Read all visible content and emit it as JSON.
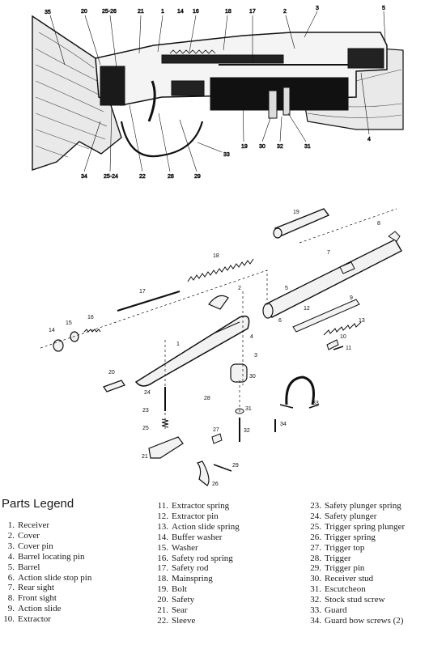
{
  "legend": {
    "title": "Parts Legend",
    "columns": [
      [
        {
          "n": "1.",
          "name": "Receiver"
        },
        {
          "n": "2.",
          "name": "Cover"
        },
        {
          "n": "3.",
          "name": "Cover pin"
        },
        {
          "n": "4.",
          "name": "Barrel locating pin"
        },
        {
          "n": "5.",
          "name": "Barrel"
        },
        {
          "n": "6.",
          "name": "Action slide stop pin"
        },
        {
          "n": "7.",
          "name": "Rear sight"
        },
        {
          "n": "8.",
          "name": "Front sight"
        },
        {
          "n": "9.",
          "name": "Action slide"
        },
        {
          "n": "10.",
          "name": "Extractor"
        }
      ],
      [
        {
          "n": "11.",
          "name": "Extractor spring"
        },
        {
          "n": "12.",
          "name": "Extractor pin"
        },
        {
          "n": "13.",
          "name": "Action slide spring"
        },
        {
          "n": "14.",
          "name": "Buffer washer"
        },
        {
          "n": "15.",
          "name": "Washer"
        },
        {
          "n": "16.",
          "name": "Safety rod spring"
        },
        {
          "n": "17.",
          "name": "Safety rod"
        },
        {
          "n": "18.",
          "name": "Mainspring"
        },
        {
          "n": "19.",
          "name": "Bolt"
        },
        {
          "n": "20.",
          "name": "Safety"
        },
        {
          "n": "21.",
          "name": "Sear"
        },
        {
          "n": "22.",
          "name": "Sleeve"
        }
      ],
      [
        {
          "n": "23.",
          "name": "Safety plunger spring"
        },
        {
          "n": "24.",
          "name": "Safety plunger"
        },
        {
          "n": "25.",
          "name": "Trigger spring plunger"
        },
        {
          "n": "26.",
          "name": "Trigger spring"
        },
        {
          "n": "27.",
          "name": "Trigger top"
        },
        {
          "n": "28.",
          "name": "Trigger"
        },
        {
          "n": "29.",
          "name": "Trigger pin"
        },
        {
          "n": "30.",
          "name": "Receiver stud"
        },
        {
          "n": "31.",
          "name": "Escutcheon"
        },
        {
          "n": "32.",
          "name": "Stock stud screw"
        },
        {
          "n": "33.",
          "name": "Guard"
        },
        {
          "n": "34.",
          "name": "Guard bow screws (2)"
        }
      ]
    ]
  },
  "diagram": {
    "top_callouts": [
      "35",
      "20",
      "25-26",
      "21",
      "1",
      "14",
      "16",
      "18",
      "17",
      "2",
      "3",
      "5",
      "4",
      "31",
      "32",
      "30",
      "19",
      "33",
      "29",
      "28",
      "22",
      "25-24",
      "34"
    ],
    "exploded_callouts": [
      "19",
      "8",
      "18",
      "7",
      "2",
      "5",
      "6",
      "17",
      "12",
      "9",
      "3",
      "13",
      "16",
      "15",
      "14",
      "11",
      "10",
      "1",
      "4",
      "30",
      "20",
      "24",
      "28",
      "31",
      "33",
      "23",
      "27",
      "32",
      "34",
      "29",
      "25",
      "21",
      "26"
    ]
  }
}
